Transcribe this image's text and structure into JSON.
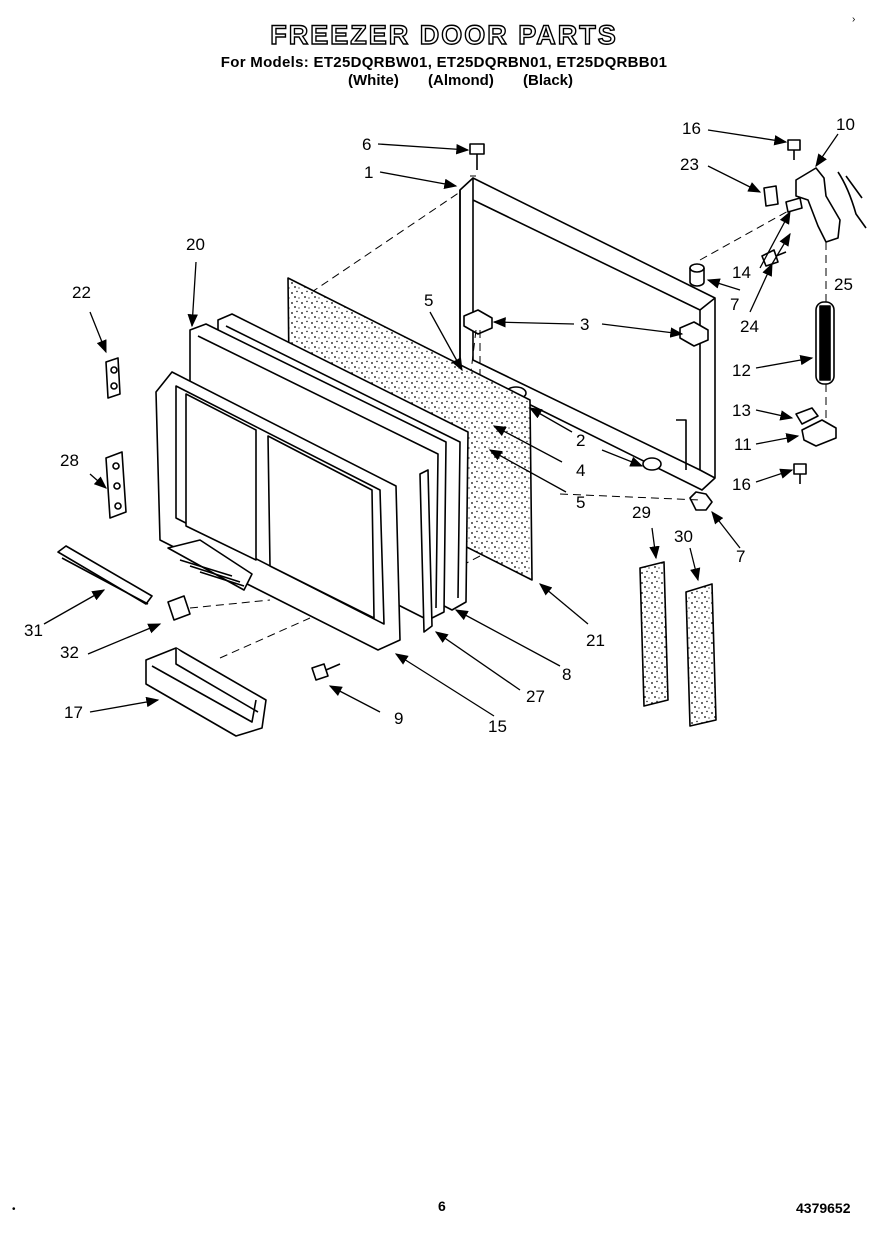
{
  "header": {
    "title": "FREEZER DOOR PARTS",
    "models_line": "For Models: ET25DQRBW01, ET25DQRBN01, ET25DQRBB01",
    "color_white": "(White)",
    "color_almond": "(Almond)",
    "color_black": "(Black)"
  },
  "callouts": {
    "c1": "1",
    "c2": "2",
    "c3": "3",
    "c4": "4",
    "c5a": "5",
    "c5b": "5",
    "c6": "6",
    "c7a": "7",
    "c7b": "7",
    "c8": "8",
    "c9": "9",
    "c10": "10",
    "c11": "11",
    "c12": "12",
    "c13": "13",
    "c14": "14",
    "c15": "15",
    "c16a": "16",
    "c16b": "16",
    "c17": "17",
    "c20": "20",
    "c21": "21",
    "c22": "22",
    "c23": "23",
    "c24": "24",
    "c25": "25",
    "c27": "27",
    "c28": "28",
    "c29": "29",
    "c30": "30",
    "c31": "31",
    "c32": "32"
  },
  "footer": {
    "page_number": "6",
    "doc_number": "4379652"
  }
}
